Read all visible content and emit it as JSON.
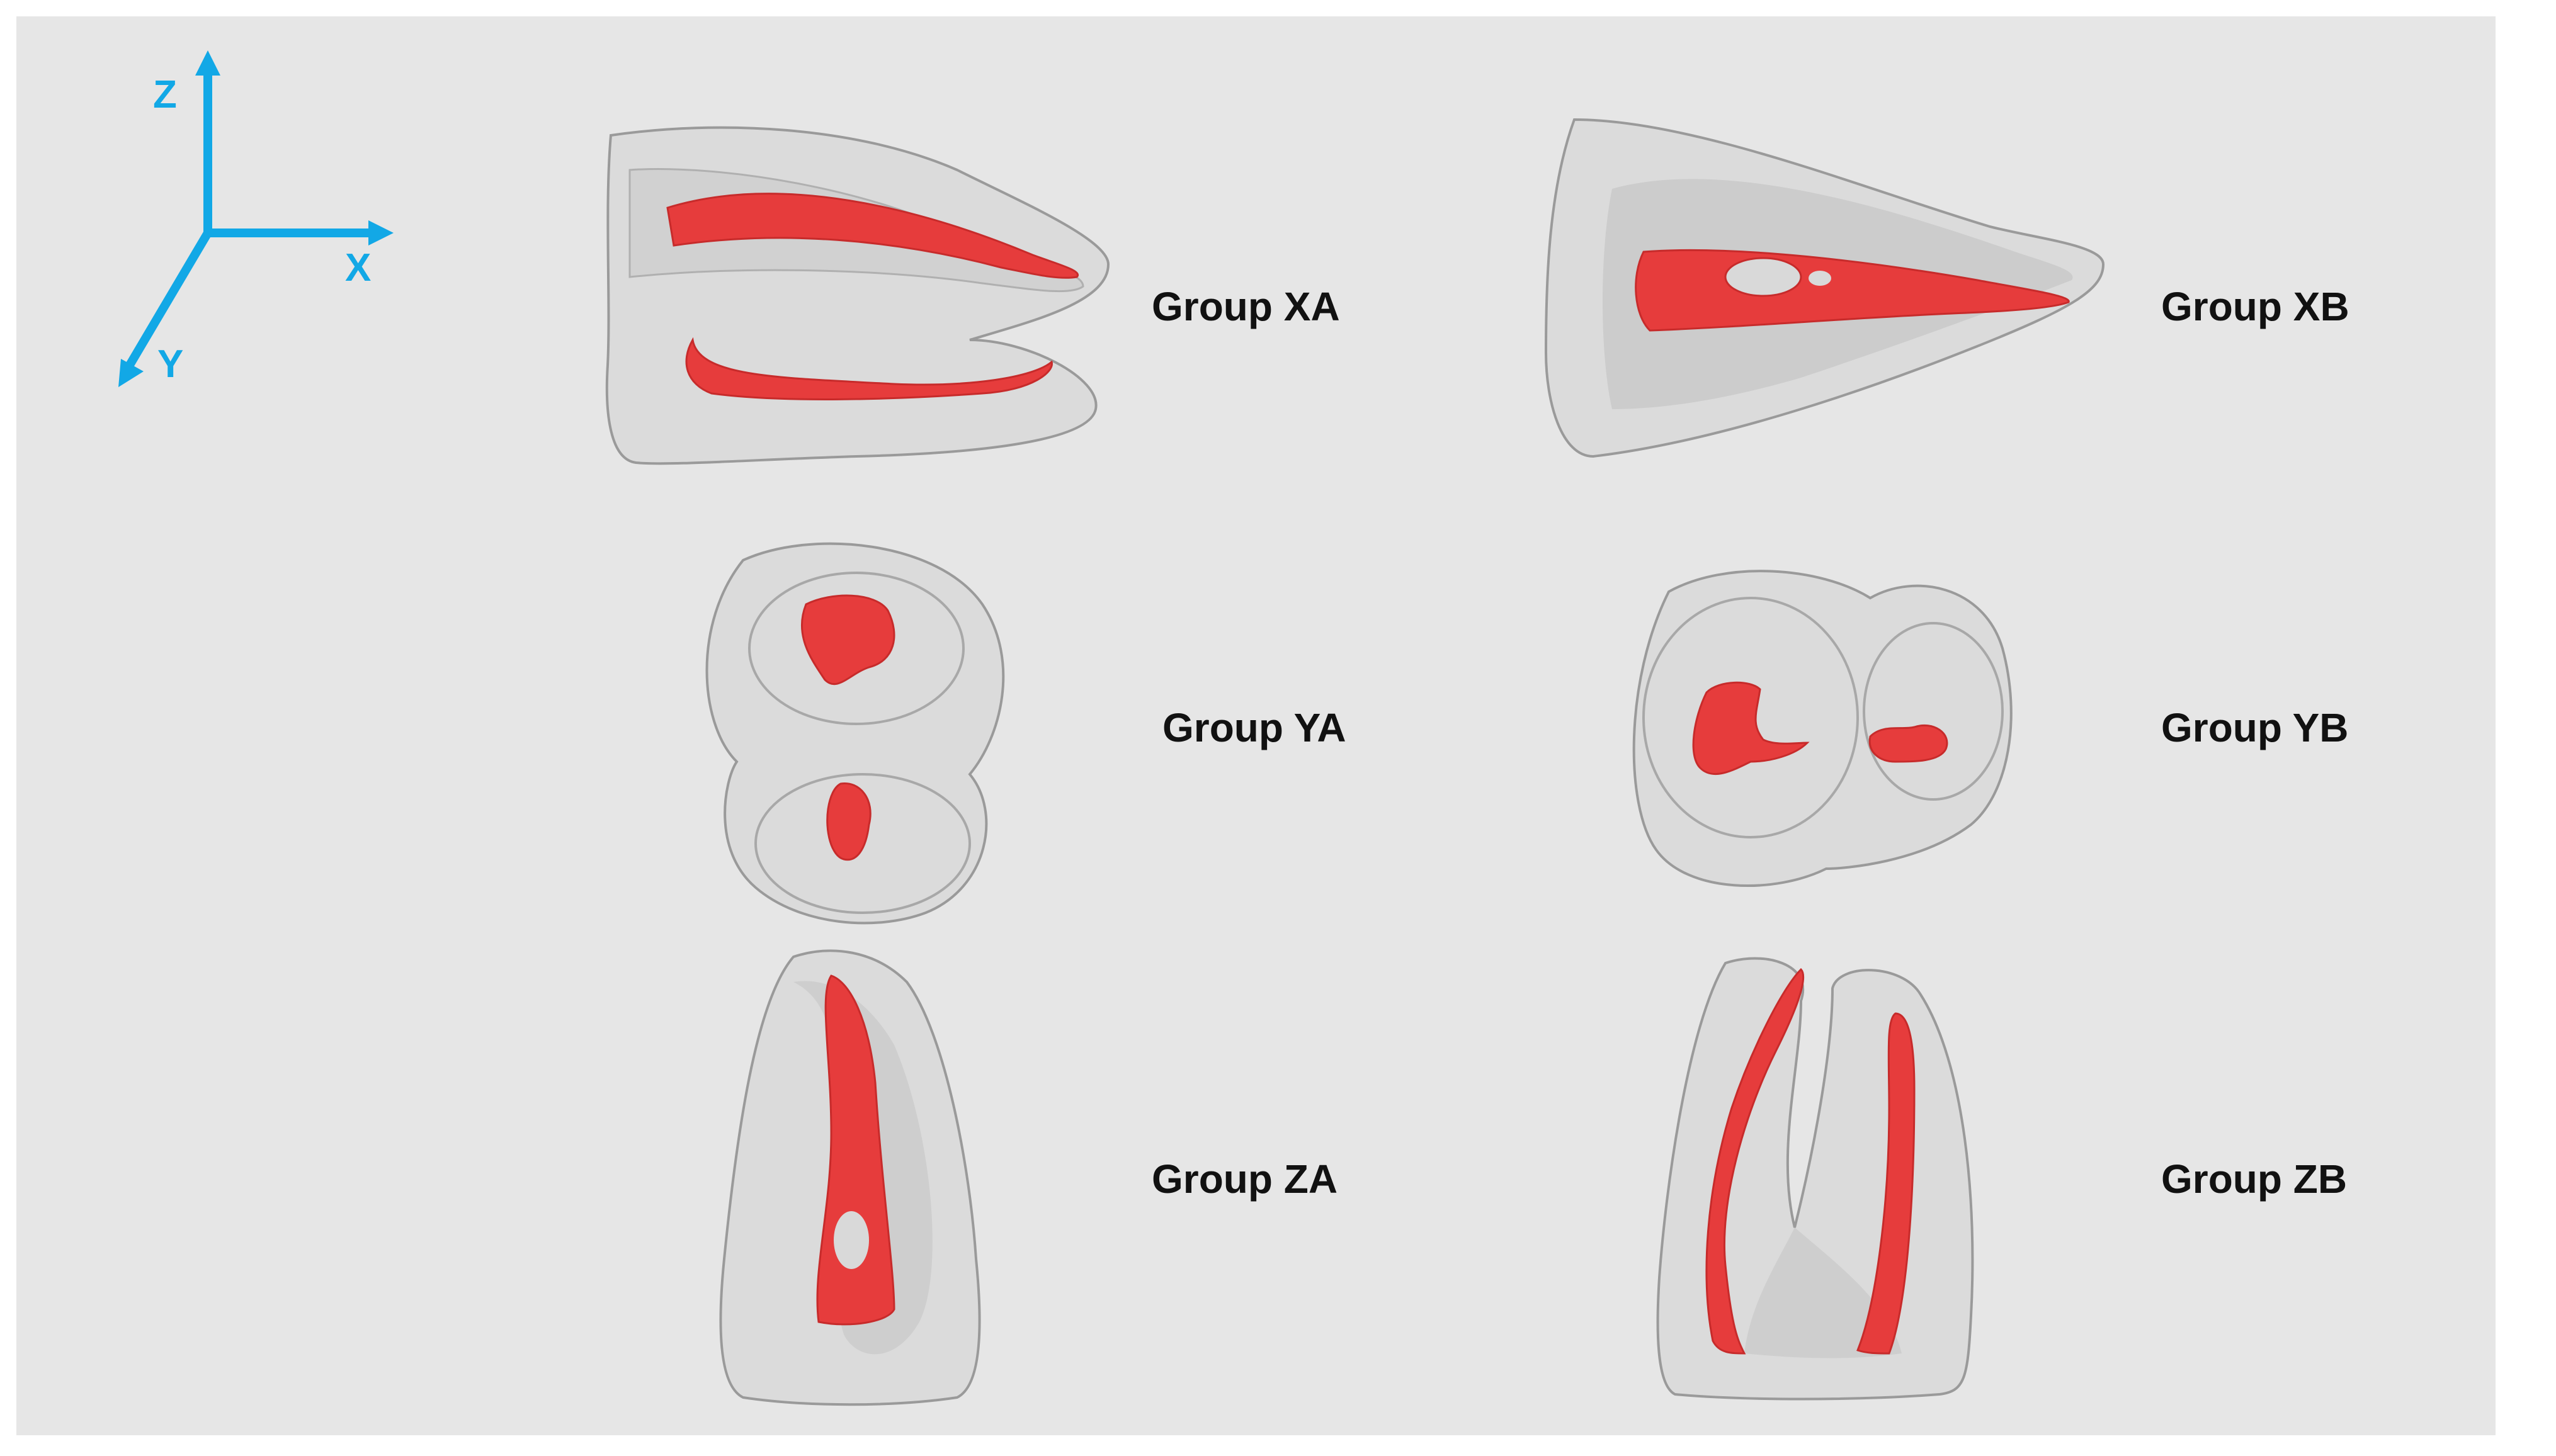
{
  "axes": {
    "color": "#12a8e6",
    "labels": {
      "z": "Z",
      "x": "X",
      "y": "Y"
    }
  },
  "colors": {
    "background": "#e6e6e6",
    "enamel_fill": "#d9d9d9",
    "canal_red": "#e63c3c",
    "outline": "#8c8c8c"
  },
  "groups": [
    {
      "id": "XA",
      "label": "Group XA",
      "view": "side-view-two-canals"
    },
    {
      "id": "XB",
      "label": "Group XB",
      "view": "side-view-single-wide-canal"
    },
    {
      "id": "YA",
      "label": "Group YA",
      "view": "end-view-two-roots-vertical"
    },
    {
      "id": "YB",
      "label": "Group YB",
      "view": "end-view-two-roots-horizontal"
    },
    {
      "id": "ZA",
      "label": "Group ZA",
      "view": "front-view-single-root"
    },
    {
      "id": "ZB",
      "label": "Group ZB",
      "view": "front-view-split-roots"
    }
  ]
}
